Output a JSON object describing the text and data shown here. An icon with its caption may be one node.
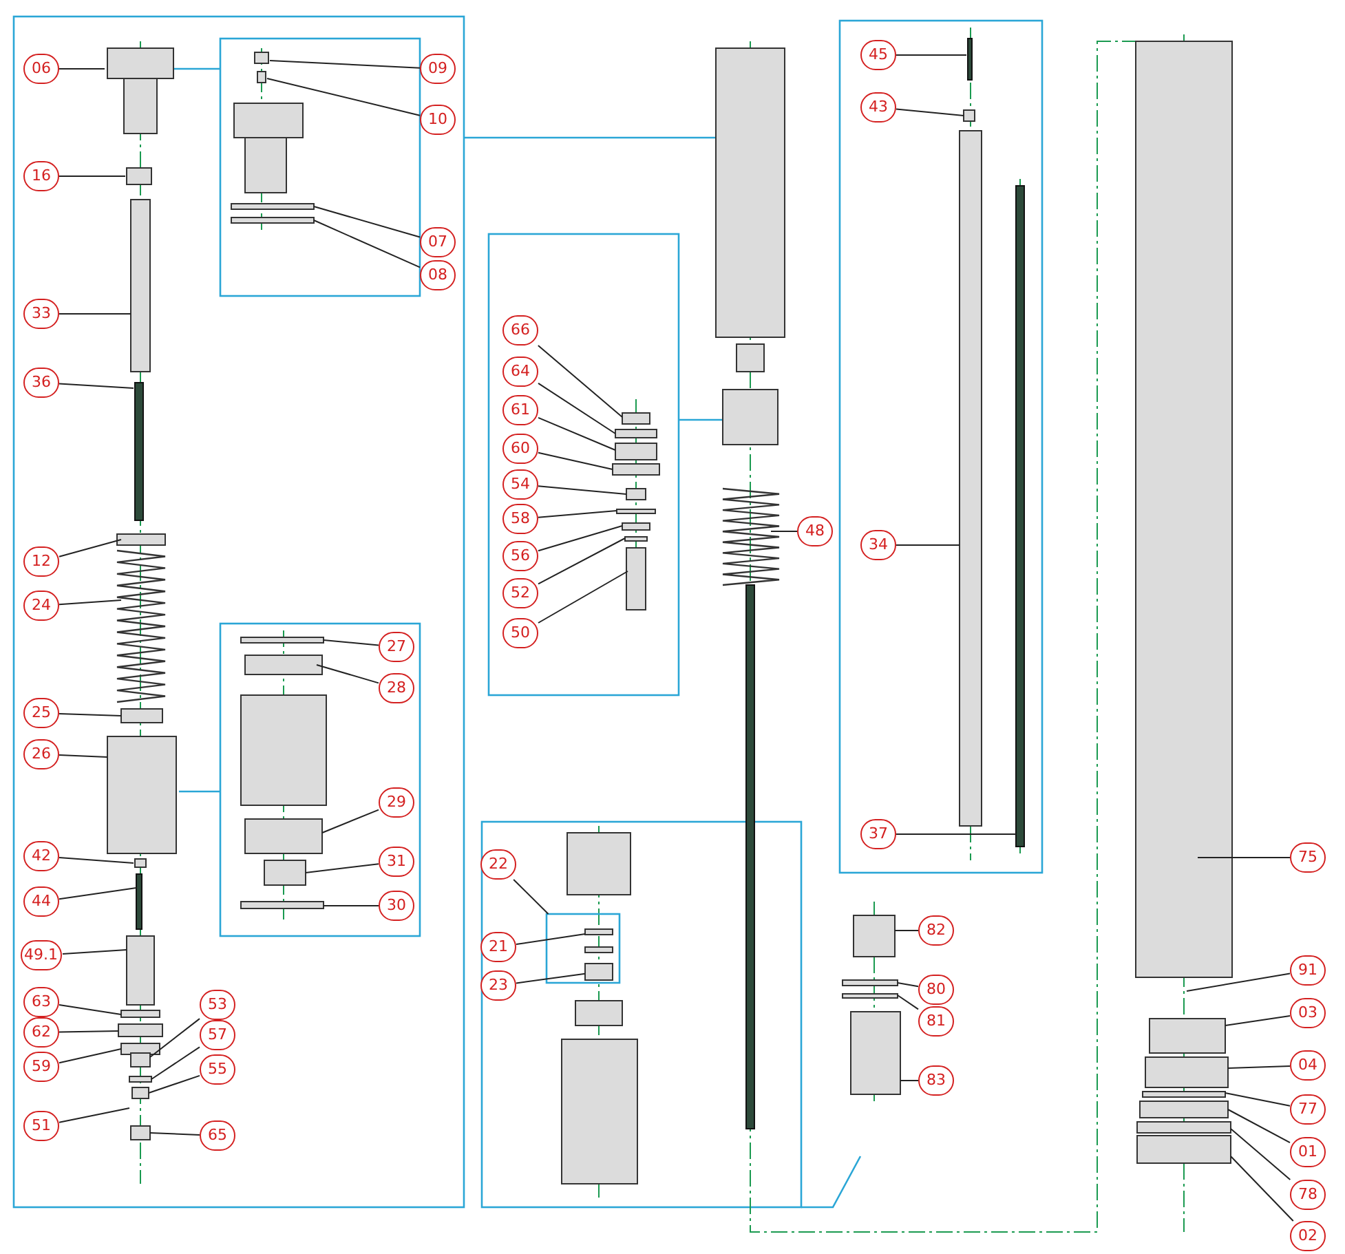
{
  "diagram": {
    "nodes": [
      {
        "text": [
          "06"
        ]
      },
      {
        "text": [
          "09"
        ]
      },
      {
        "text": [
          "10"
        ]
      },
      {
        "text": [
          "16"
        ]
      },
      {
        "text": [
          "07"
        ]
      },
      {
        "text": [
          "08"
        ]
      },
      {
        "text": [
          "33"
        ]
      },
      {
        "text": [
          "36"
        ]
      },
      {
        "text": [
          "12"
        ]
      },
      {
        "text": [
          "24"
        ]
      },
      {
        "text": [
          "27"
        ]
      },
      {
        "text": [
          "28"
        ]
      },
      {
        "text": [
          "25"
        ]
      },
      {
        "text": [
          "26"
        ]
      },
      {
        "text": [
          "29"
        ]
      },
      {
        "text": [
          "42"
        ]
      },
      {
        "text": [
          "31"
        ]
      },
      {
        "text": [
          "44"
        ]
      },
      {
        "text": [
          "30"
        ]
      },
      {
        "text": [
          "49.1"
        ]
      },
      {
        "text": [
          "63"
        ]
      },
      {
        "text": [
          "53"
        ]
      },
      {
        "text": [
          "62"
        ]
      },
      {
        "text": [
          "57"
        ]
      },
      {
        "text": [
          "59"
        ]
      },
      {
        "text": [
          "55"
        ]
      },
      {
        "text": [
          "51"
        ]
      },
      {
        "text": [
          "65"
        ]
      },
      {
        "text": [
          "66"
        ]
      },
      {
        "text": [
          "64"
        ]
      },
      {
        "text": [
          "61"
        ]
      },
      {
        "text": [
          "60"
        ]
      },
      {
        "text": [
          "54"
        ]
      },
      {
        "text": [
          "58"
        ]
      },
      {
        "text": [
          "56"
        ]
      },
      {
        "text": [
          "52"
        ]
      },
      {
        "text": [
          "50"
        ]
      },
      {
        "text": [
          "48"
        ]
      },
      {
        "text": [
          "22"
        ]
      },
      {
        "text": [
          "21"
        ]
      },
      {
        "text": [
          "23"
        ]
      },
      {
        "text": [
          "82"
        ]
      },
      {
        "text": [
          "80"
        ]
      },
      {
        "text": [
          "81"
        ]
      },
      {
        "text": [
          "83"
        ]
      },
      {
        "text": [
          "45"
        ]
      },
      {
        "text": [
          "43"
        ]
      },
      {
        "text": [
          "34"
        ]
      },
      {
        "text": [
          "37"
        ]
      },
      {
        "text": [
          "75"
        ]
      },
      {
        "text": [
          "91"
        ]
      },
      {
        "text": [
          "03"
        ]
      },
      {
        "text": [
          "04"
        ]
      },
      {
        "text": [
          "77"
        ]
      },
      {
        "text": [
          "01"
        ]
      },
      {
        "text": [
          "78"
        ]
      },
      {
        "text": [
          "02"
        ]
      },
      {
        "text": [],
        "shape": "box"
      },
      {
        "text": [],
        "shape": "bar",
        "in": 57
      },
      {
        "text": [],
        "shape": "box",
        "in": 57
      }
    ],
    "edges": [
      {
        "from": 0,
        "to": null,
        "arrow": "none"
      },
      {
        "from": 1,
        "to": null,
        "arrow": "none"
      },
      {
        "from": 2,
        "to": null,
        "arrow": "none"
      },
      {
        "from": 3,
        "to": null,
        "arrow": "none"
      },
      {
        "from": 4,
        "to": null,
        "arrow": "none"
      },
      {
        "from": 5,
        "to": null,
        "arrow": "none"
      },
      {
        "from": 6,
        "to": null,
        "arrow": "none"
      },
      {
        "from": 7,
        "to": null,
        "arrow": "none"
      },
      {
        "from": 8,
        "to": null,
        "arrow": "none"
      },
      {
        "from": 9,
        "to": null,
        "arrow": "none"
      },
      {
        "from": 10,
        "to": null,
        "arrow": "none"
      },
      {
        "from": 11,
        "to": null,
        "arrow": "none"
      },
      {
        "from": 12,
        "to": null,
        "arrow": "none"
      },
      {
        "from": 13,
        "to": null,
        "arrow": "none"
      },
      {
        "from": 14,
        "to": null,
        "arrow": "none"
      },
      {
        "from": 15,
        "to": null,
        "arrow": "none"
      },
      {
        "from": 16,
        "to": null,
        "arrow": "none"
      },
      {
        "from": 17,
        "to": null,
        "arrow": "none"
      },
      {
        "from": 18,
        "to": null,
        "arrow": "none"
      },
      {
        "from": 19,
        "to": null,
        "arrow": "none"
      },
      {
        "from": 20,
        "to": null,
        "arrow": "none"
      },
      {
        "from": 21,
        "to": null,
        "arrow": "none"
      },
      {
        "from": 22,
        "to": null,
        "arrow": "none"
      },
      {
        "from": 23,
        "to": null,
        "arrow": "none"
      },
      {
        "from": 24,
        "to": null,
        "arrow": "none"
      },
      {
        "from": 25,
        "to": null,
        "arrow": "none"
      },
      {
        "from": 26,
        "to": null,
        "arrow": "none"
      },
      {
        "from": 27,
        "to": null,
        "arrow": "none"
      },
      {
        "from": 28,
        "to": null,
        "arrow": "none"
      },
      {
        "from": 29,
        "to": null,
        "arrow": "none"
      },
      {
        "from": 30,
        "to": null,
        "arrow": "none"
      },
      {
        "from": 31,
        "to": null,
        "arrow": "none"
      },
      {
        "from": 32,
        "to": null,
        "arrow": "none"
      },
      {
        "from": 33,
        "to": null,
        "arrow": "none"
      },
      {
        "from": 34,
        "to": null,
        "arrow": "none"
      },
      {
        "from": 35,
        "to": null,
        "arrow": "none"
      },
      {
        "from": 36,
        "to": null,
        "arrow": "none"
      },
      {
        "from": 37,
        "to": null,
        "arrow": "none"
      },
      {
        "from": 38,
        "to": 57,
        "arrow": "none"
      },
      {
        "from": 39,
        "to": 58,
        "arrow": "none"
      },
      {
        "from": 40,
        "to": 59,
        "arrow": "none"
      },
      {
        "from": 41,
        "to": null,
        "arrow": "none"
      },
      {
        "from": 42,
        "to": null,
        "arrow": "none"
      },
      {
        "from": 43,
        "to": null,
        "arrow": "none"
      },
      {
        "from": 44,
        "to": null,
        "arrow": "none"
      },
      {
        "from": 45,
        "to": null,
        "arrow": "none"
      },
      {
        "from": 46,
        "to": null,
        "arrow": "none"
      },
      {
        "from": 47,
        "to": null,
        "arrow": "none"
      },
      {
        "from": 48,
        "to": null,
        "arrow": "none"
      },
      {
        "from": 49,
        "to": null,
        "arrow": "none"
      },
      {
        "from": 50,
        "to": null,
        "arrow": "none"
      },
      {
        "from": 51,
        "to": null,
        "arrow": "none"
      },
      {
        "from": 52,
        "to": null,
        "arrow": "none"
      },
      {
        "from": 53,
        "to": null,
        "arrow": "none"
      },
      {
        "from": 54,
        "to": null,
        "arrow": "none"
      },
      {
        "from": 55,
        "to": null,
        "arrow": "none"
      },
      {
        "from": 56,
        "to": null,
        "arrow": "none"
      }
    ]
  }
}
